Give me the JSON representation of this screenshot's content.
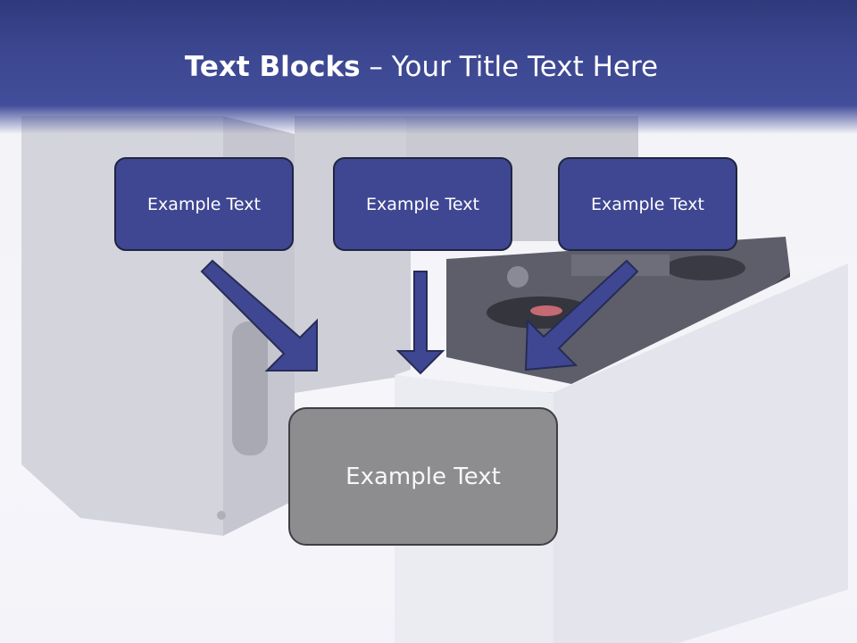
{
  "title": {
    "bold": "Text Blocks",
    "separator": " – ",
    "rest": "Your Title Text Here"
  },
  "blocks": {
    "top_left": "Example Text",
    "top_center": "Example Text",
    "top_right": "Example Text",
    "bottom": "Example Text"
  },
  "colors": {
    "title_band": "#434e9a",
    "block_fill": "#3f4793",
    "block_border": "#1f2540",
    "bottom_fill": "#8d8d8f",
    "arrow_fill": "#3f4793"
  },
  "icons": {
    "arrows": [
      "arrow-down-right-icon",
      "arrow-down-icon",
      "arrow-down-left-icon"
    ]
  }
}
